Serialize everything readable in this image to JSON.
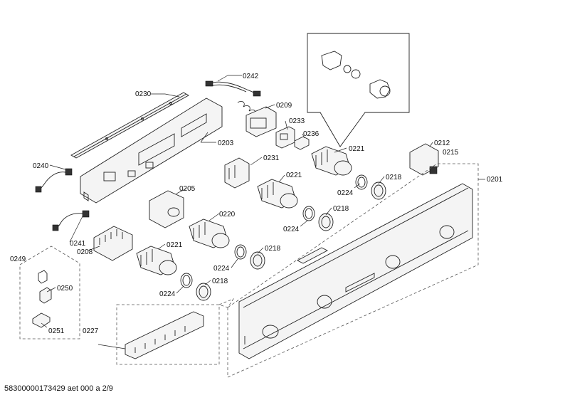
{
  "diagram": {
    "labels": {
      "l0242": "0242",
      "l0230": "0230",
      "l0209": "0209",
      "l0233": "0233",
      "l0236": "0236",
      "l0203": "0203",
      "l0221a": "0221",
      "l0212": "0212",
      "l0215": "0215",
      "l0240": "0240",
      "l0231": "0231",
      "l0221b": "0221",
      "l0218a": "0218",
      "l0201": "0201",
      "l0224a": "0224",
      "l0205": "0205",
      "l0218b": "0218",
      "l0220": "0220",
      "l0224b": "0224",
      "l0241": "0241",
      "l0208": "0208",
      "l0221c": "0221",
      "l0218c": "0218",
      "l0249": "0249",
      "l0224c": "0224",
      "l0224d": "0224",
      "l0218d": "0218",
      "l0250": "0250",
      "l0227": "0227",
      "l0251": "0251"
    }
  },
  "footer": {
    "text": "58300000173429 aet 000 a 2/9"
  }
}
